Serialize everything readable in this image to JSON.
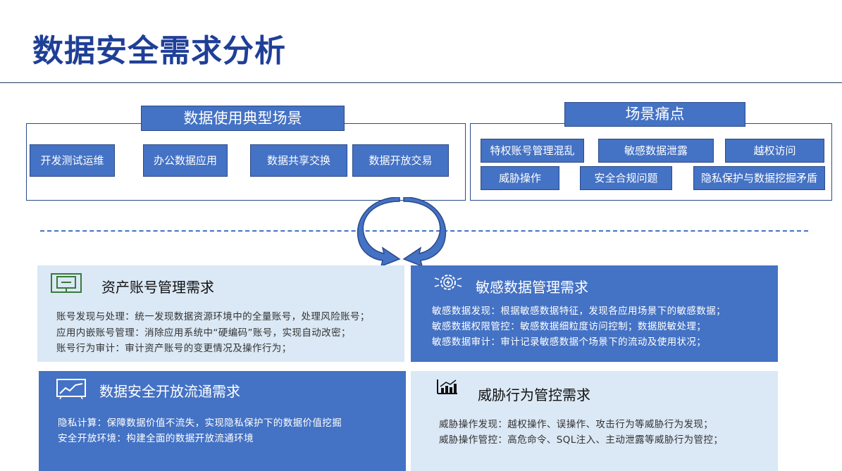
{
  "title": "数据安全需求分析",
  "scenarios": {
    "header": "数据使用典型场景",
    "items": [
      "开发测试运维",
      "办公数据应用",
      "数据共享交换",
      "数据开放交易"
    ]
  },
  "pain_points": {
    "header": "场景痛点",
    "items": [
      "特权账号管理混乱",
      "敏感数据泄露",
      "越权访问",
      "威胁操作",
      "安全合规问题",
      "隐私保护与数据挖掘矛盾"
    ]
  },
  "panels": {
    "asset": {
      "title": "资产账号管理需求",
      "icon": "monitor-icon",
      "lines": [
        "账号发现与处理：统一发现数据资源环境中的全量账号，处理风险账号；",
        "应用内嵌账号管理：消除应用系统中“硬编码”账号，实现自动改密；",
        "账号行为审计：审计资产账号的变更情况及操作行为；"
      ]
    },
    "sensitive": {
      "title": "敏感数据管理需求",
      "icon": "gear-lightning-icon",
      "lines": [
        "敏感数据发现：根据敏感数据特征，发现各应用场景下的敏感数据；",
        "敏感数据权限管控：敏感数据细粒度访问控制；数据脱敏处理；",
        "敏感数据审计：审计记录敏感数据个场景下的流动及使用状况；"
      ]
    },
    "open": {
      "title": "数据安全开放流通需求",
      "icon": "trend-chart-icon",
      "lines": [
        "隐私计算：保障数据价值不流失，实现隐私保护下的数据价值挖掘",
        "安全开放环境：构建全面的数据开放流通环境"
      ]
    },
    "threat": {
      "title": "威胁行为管控需求",
      "icon": "bar-chart-icon",
      "lines": [
        "威胁操作发现：越权操作、误操作、攻击行为等威胁行为发现；",
        "威胁操作管控：高危命令、SQL注入、主动泄露等威胁行为管控；"
      ]
    }
  },
  "colors": {
    "primary": "#4472c4",
    "title": "#1f3f97",
    "light_panel": "#dbe8f5"
  }
}
